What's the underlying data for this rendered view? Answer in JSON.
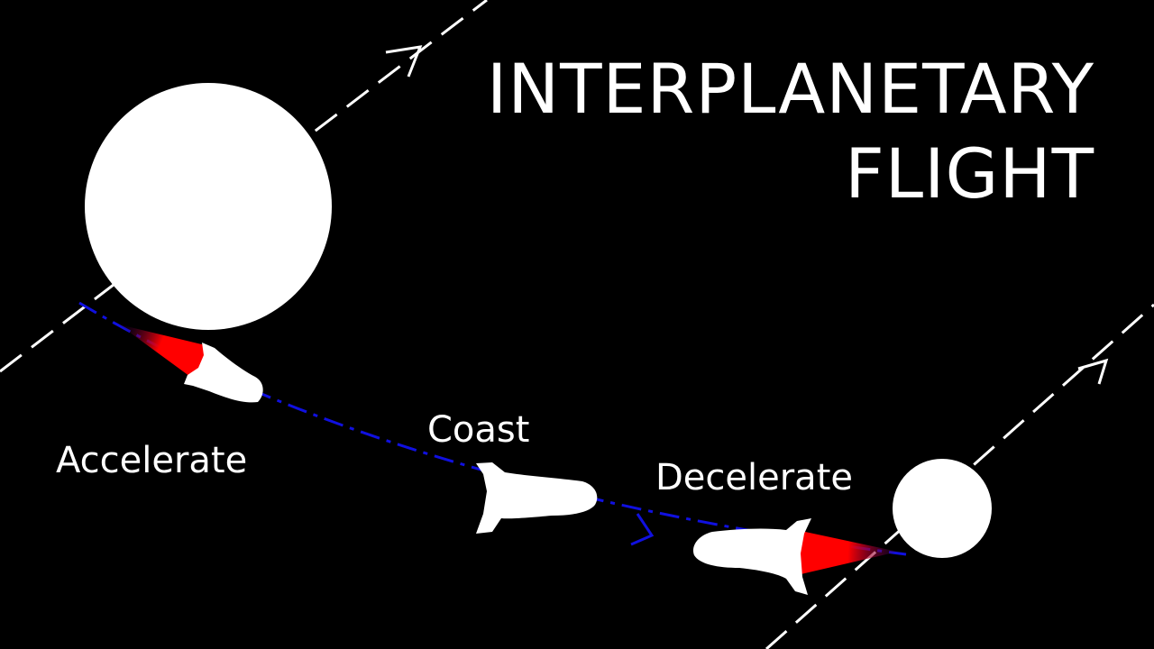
{
  "title": {
    "line1": "INTERPLANETARY",
    "line2": "FLIGHT"
  },
  "labels": {
    "accelerate": "Accelerate",
    "coast": "Coast",
    "decelerate": "Decelerate"
  },
  "colors": {
    "background": "#000000",
    "foreground": "#ffffff",
    "trajectory": "#1010e0",
    "thrust": "#ff0000"
  },
  "elements": {
    "origin_planet": "large-white-circle",
    "destination_planet": "small-white-circle",
    "spacecraft": "rocket-silhouette",
    "planet_orbits": "dashed-white-lines-with-arrows",
    "transfer_path": "blue-dash-dot-line-with-arrow"
  }
}
